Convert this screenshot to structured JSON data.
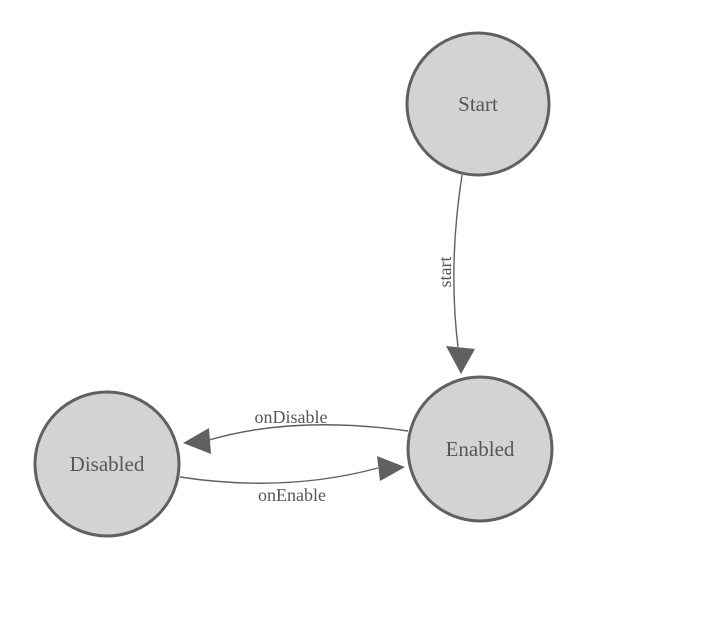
{
  "diagram": {
    "type": "state-machine",
    "states": [
      {
        "id": "start",
        "label": "Start"
      },
      {
        "id": "enabled",
        "label": "Enabled"
      },
      {
        "id": "disabled",
        "label": "Disabled"
      }
    ],
    "transitions": [
      {
        "from": "Start",
        "to": "Enabled",
        "label": "start"
      },
      {
        "from": "Enabled",
        "to": "Disabled",
        "label": "onDisable"
      },
      {
        "from": "Disabled",
        "to": "Enabled",
        "label": "onEnable"
      }
    ],
    "colors": {
      "background": "#ffffff",
      "state_fill": "#d3d3d3",
      "state_stroke": "#606060",
      "edge_stroke": "#606060",
      "arrowhead_fill": "#606060",
      "text": "#54585c"
    }
  }
}
